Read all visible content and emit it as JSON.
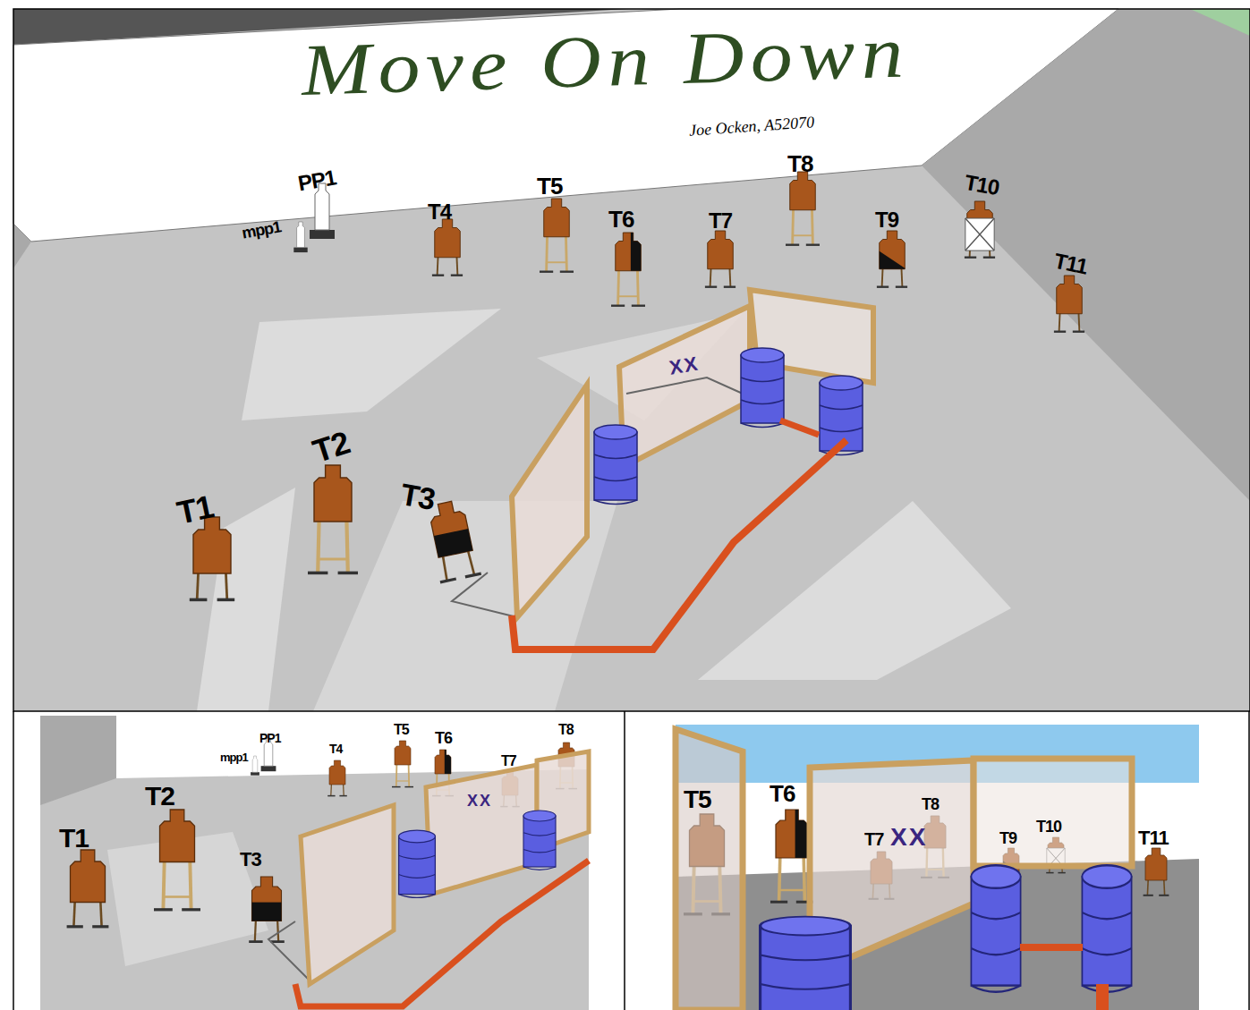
{
  "diagram": {
    "title": "Move On Down",
    "labels": [
      "Joe Ocken, A52070",
      "PP1",
      "mpp1",
      "T4",
      "T5",
      "T6",
      "T7",
      "T8",
      "T9",
      "T10",
      "T11",
      "XX",
      "T1",
      "T2",
      "T3",
      "mpp1",
      "PP1",
      "T4",
      "T5",
      "T6",
      "T7",
      "T8",
      "T1",
      "T2",
      "T3",
      "XX",
      "T5",
      "T6",
      "T8",
      "T7",
      "XX",
      "T9",
      "T10",
      "T11"
    ]
  }
}
